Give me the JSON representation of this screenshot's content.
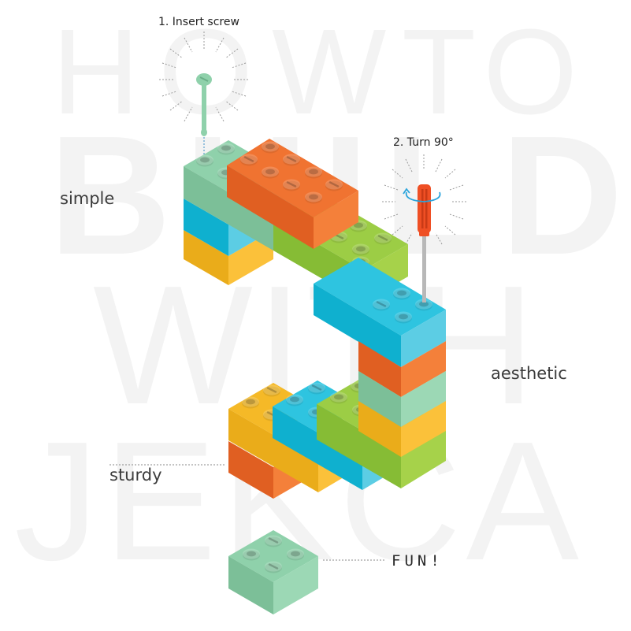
{
  "background_watermark": {
    "line1_left": "HOW",
    "line1_right": "TO",
    "line2": "BUILD",
    "line3": "WITH",
    "line4": "JEKCA",
    "color": "#f3f3f3"
  },
  "steps": [
    {
      "label": "1. Insert screw",
      "icon": "screw-icon"
    },
    {
      "label": "2. Turn 90°",
      "icon": "screwdriver-icon"
    }
  ],
  "features": {
    "simple": "simple",
    "aesthetic": "aesthetic",
    "sturdy": "sturdy",
    "fun": "FUN!"
  },
  "colors": {
    "mint": {
      "top": "#8fd1ab",
      "left": "#7cbf98",
      "right": "#9cd8b5"
    },
    "orange": {
      "top": "#f07331",
      "left": "#e05f22",
      "right": "#f4803a"
    },
    "cyan": {
      "top": "#2ec4e0",
      "left": "#0fb0cf",
      "right": "#5ccde4"
    },
    "yellow": {
      "top": "#f5b927",
      "left": "#eaac1a",
      "right": "#fbc13a"
    },
    "green": {
      "top": "#9ccd45",
      "left": "#86bc35",
      "right": "#a6d24a"
    },
    "screw": "#8fd1ab",
    "screwdriver_handle": "#ef4f24",
    "screwdriver_shaft": "#b8b8b8",
    "rotate_arrow": "#2aa4dc",
    "dash_line": "#9a9a9a"
  }
}
